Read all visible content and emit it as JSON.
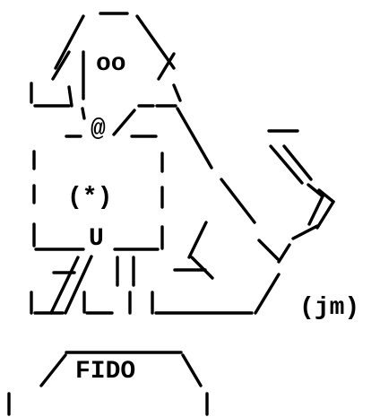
{
  "art": {
    "eyes": "oo",
    "nose": "@",
    "badge": "(*)",
    "mouth": "U",
    "signature": "(jm)",
    "bowl_label": "FIDO"
  },
  "colors": {
    "background": "#ffffff",
    "ink": "#000000"
  }
}
